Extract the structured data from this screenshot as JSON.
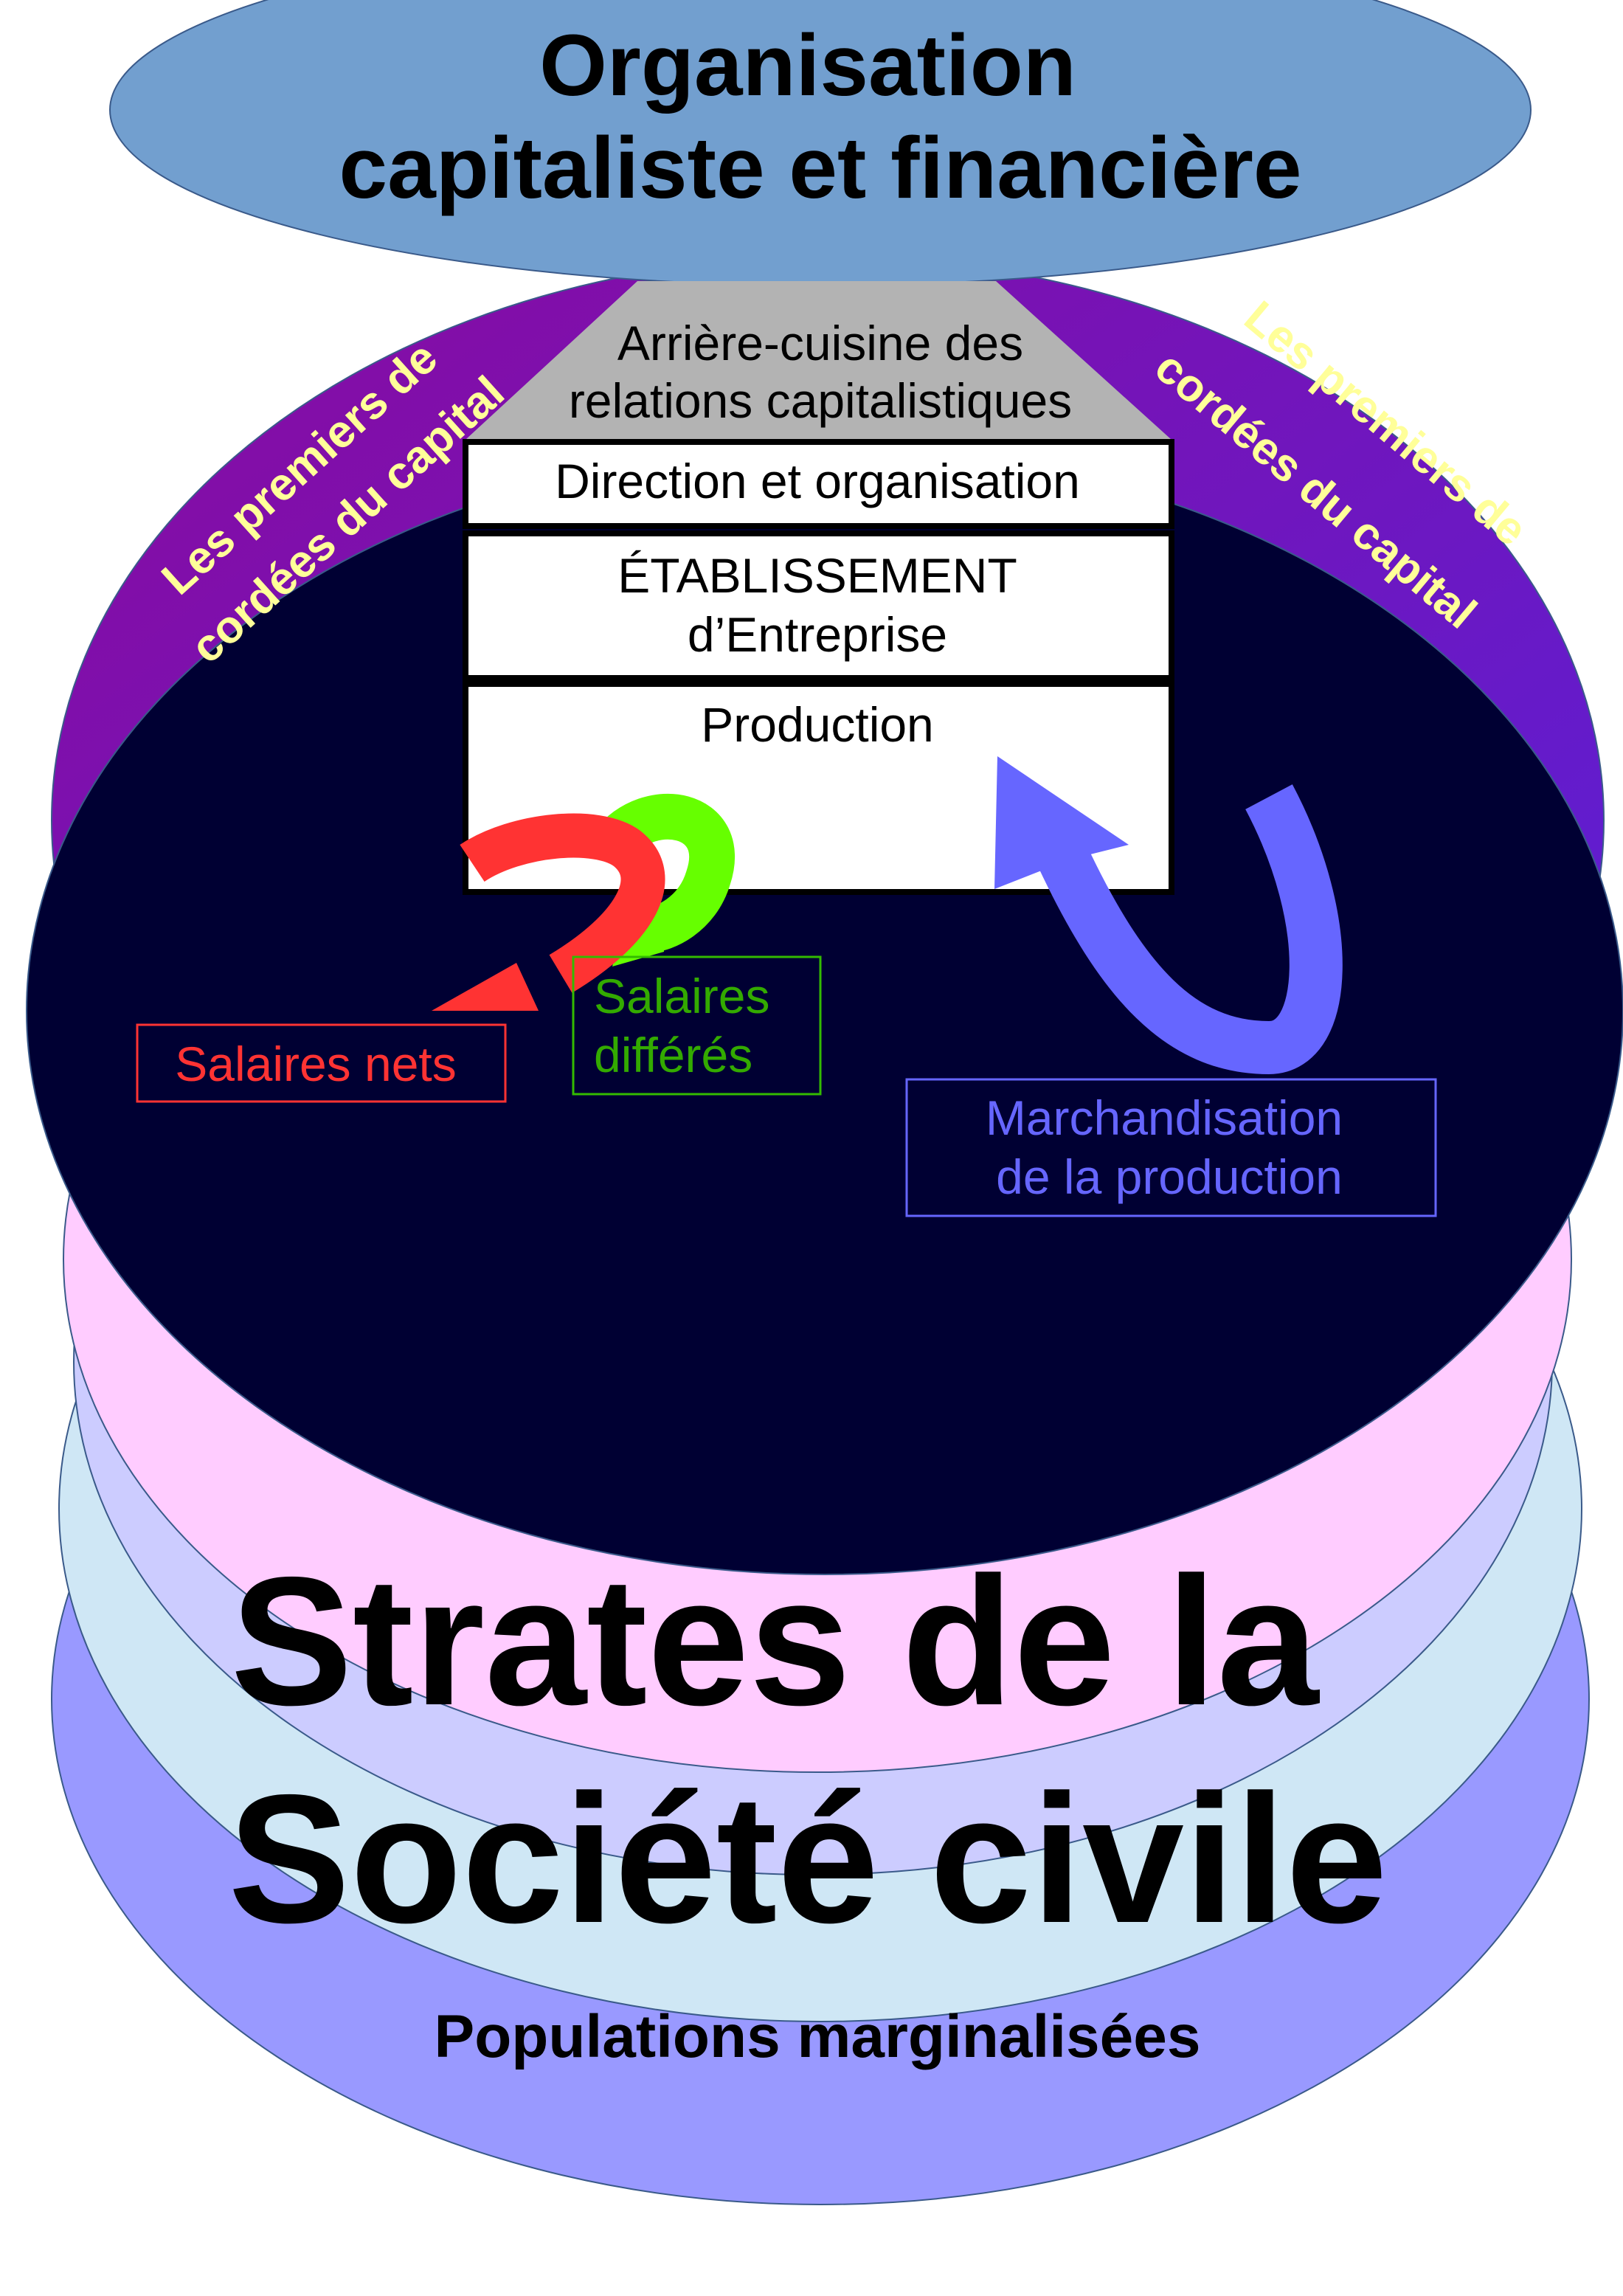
{
  "title": {
    "line1": "Organisation",
    "line2": "capitaliste et financière"
  },
  "backroom": {
    "line1": "Arrière-cuisine des",
    "line2": "relations capitalistiques"
  },
  "boxes": {
    "direction": "Direction et organisation",
    "establishment_line1": "ÉTABLISSEMENT",
    "establishment_line2": "d’Entreprise",
    "production": "Production"
  },
  "first_ropes_left": {
    "line1": "Les  premiers de",
    "line2": "cordées du capital"
  },
  "first_ropes_right": {
    "line1": "Les  premiers de",
    "line2": "cordées du capital"
  },
  "labels": {
    "net_wages": "Salaires nets",
    "deferred_wages_line1": "Salaires",
    "deferred_wages_line2": "différés",
    "commodification_line1": "Marchandisation",
    "commodification_line2": "de la production"
  },
  "civil_society": {
    "line1": "Strates de la",
    "line2": "Société civile"
  },
  "marginalized": "Populations marginalisées",
  "colors": {
    "top_ellipse": "#729fcf",
    "purple_top": "#8a0a9e",
    "purple_bottom": "#5522dd",
    "navy": "#000033",
    "pink": "#ffccff",
    "lavender": "#ccccff",
    "light_blue": "#cfe7f5",
    "periwinkle": "#9999ff",
    "red": "#ff3333",
    "green": "#66ff00",
    "blue_arrow": "#6666ff",
    "rope_text": "#ffff99"
  }
}
